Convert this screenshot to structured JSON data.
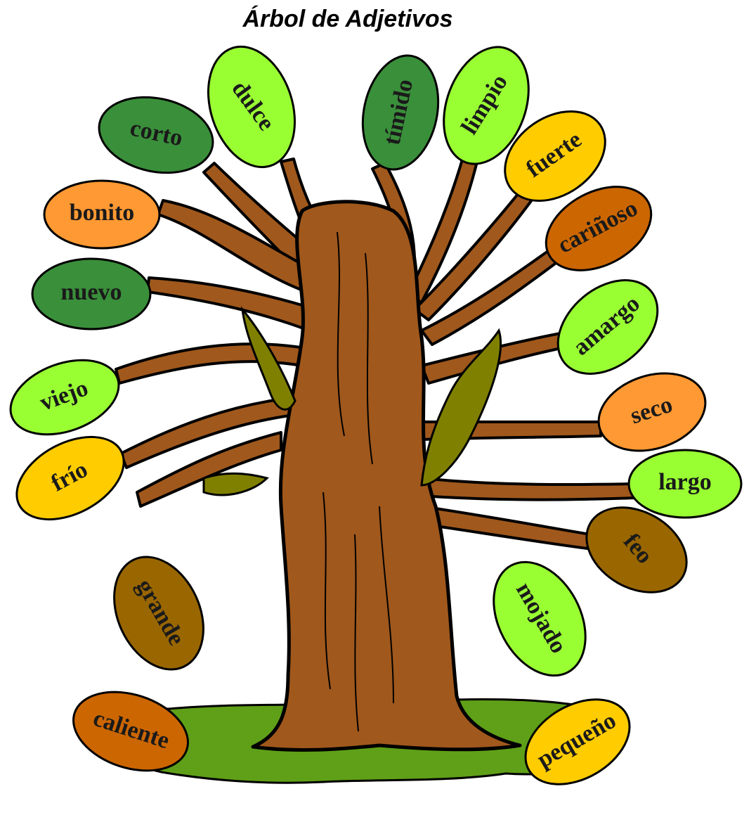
{
  "title": "Árbol de Adjetivos",
  "colors": {
    "dark_green": "#3a8f3a",
    "light_green": "#99ff33",
    "orange": "#ff9933",
    "yellow": "#ffcc00",
    "rust": "#cc6600",
    "olive_brown": "#996600",
    "trunk": "#a0581c",
    "trunk_shadow": "#808000",
    "grass": "#5fa018"
  },
  "leaves": [
    {
      "word": "dulce",
      "color": "light_green"
    },
    {
      "word": "corto",
      "color": "dark_green"
    },
    {
      "word": "tímido",
      "color": "dark_green"
    },
    {
      "word": "limpio",
      "color": "light_green"
    },
    {
      "word": "fuerte",
      "color": "yellow"
    },
    {
      "word": "bonito",
      "color": "orange"
    },
    {
      "word": "cariñoso",
      "color": "rust"
    },
    {
      "word": "nuevo",
      "color": "dark_green"
    },
    {
      "word": "amargo",
      "color": "light_green"
    },
    {
      "word": "viejo",
      "color": "light_green"
    },
    {
      "word": "seco",
      "color": "orange"
    },
    {
      "word": "frío",
      "color": "yellow"
    },
    {
      "word": "largo",
      "color": "light_green"
    },
    {
      "word": "feo",
      "color": "olive_brown"
    },
    {
      "word": "grande",
      "color": "olive_brown"
    },
    {
      "word": "mojado",
      "color": "light_green"
    },
    {
      "word": "caliente",
      "color": "rust"
    },
    {
      "word": "pequeño",
      "color": "yellow"
    }
  ]
}
